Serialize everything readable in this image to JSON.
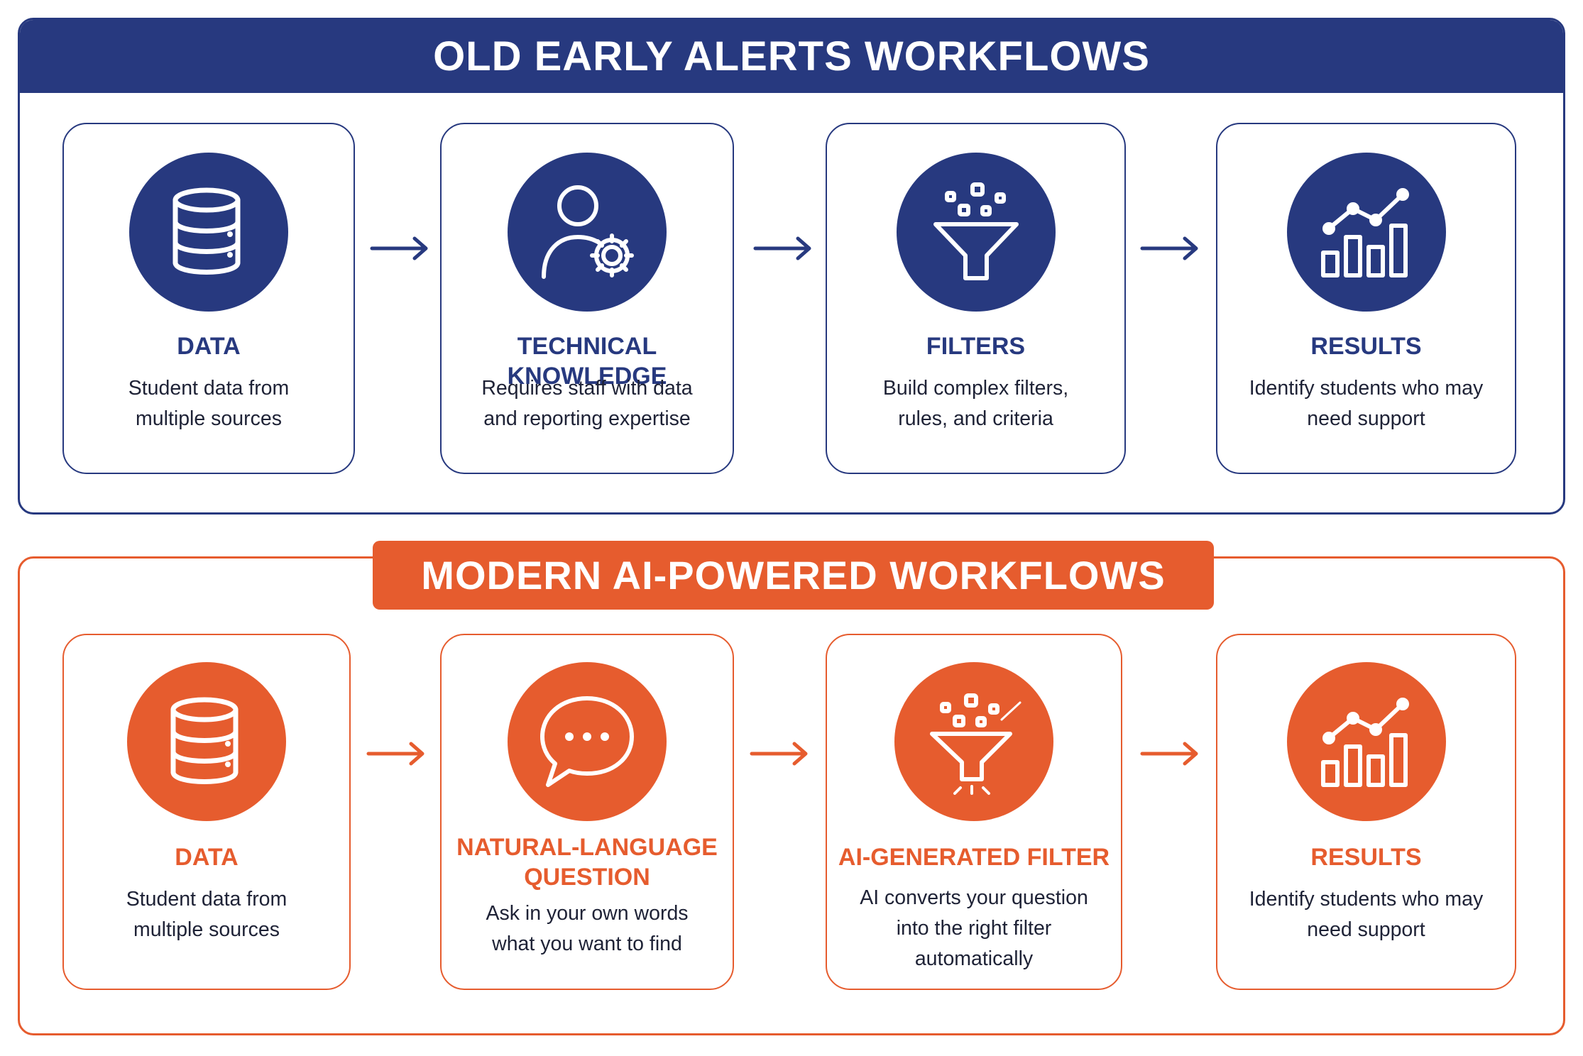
{
  "old_workflow": {
    "title": "OLD EARLY ALERTS WORKFLOWS",
    "color": "#27397f",
    "steps": [
      {
        "title": "DATA",
        "description": "Student data from multiple sources",
        "icon": "database-icon"
      },
      {
        "title": "TECHNICAL KNOWLEDGE",
        "description": "Requires staff with data and reporting expertise",
        "icon": "user-gear-icon"
      },
      {
        "title": "FILTERS",
        "description": "Build complex filters, rules, and criteria",
        "icon": "funnel-icon"
      },
      {
        "title": "RESULTS",
        "description": "Identify students who may need support",
        "icon": "chart-icon"
      }
    ]
  },
  "new_workflow": {
    "title": "MODERN AI-POWERED WORKFLOWS",
    "color": "#e65c2e",
    "steps": [
      {
        "title": "DATA",
        "description": "Student data from multiple sources",
        "icon": "database-icon"
      },
      {
        "title": "NATURAL-LANGUAGE QUESTION",
        "description": "Ask in your own words what you want to find",
        "icon": "speech-bubble-icon"
      },
      {
        "title": "AI-GENERATED FILTER",
        "description": "AI converts your question into the right filter automatically",
        "icon": "ai-funnel-icon"
      },
      {
        "title": "RESULTS",
        "description": "Identify students who may need support",
        "icon": "chart-icon"
      }
    ]
  }
}
